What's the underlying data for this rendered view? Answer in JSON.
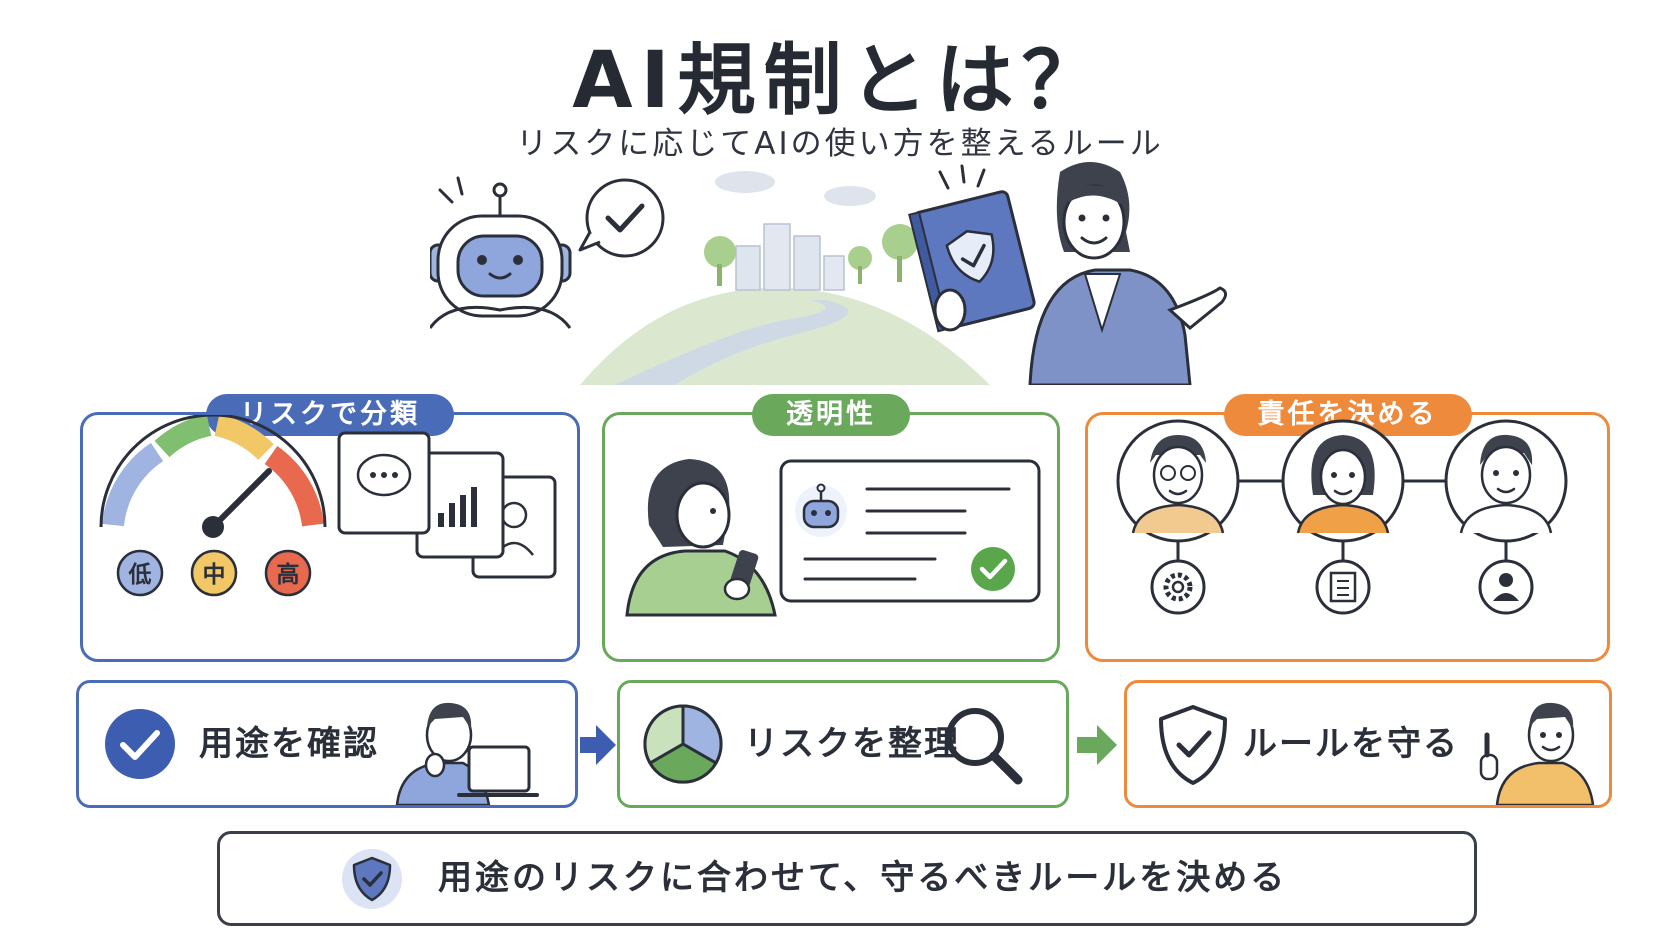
{
  "header": {
    "title": "AI規制とは？",
    "subtitle": "リスクに応じてAIの使い方を整えるルール"
  },
  "panels": [
    {
      "title": "リスクで分類",
      "color": "#4a6cb8",
      "levels": [
        "低",
        "中",
        "高"
      ],
      "level_colors": [
        "#9fb4e0",
        "#f2c766",
        "#e9694f"
      ]
    },
    {
      "title": "透明性",
      "color": "#6aa85c"
    },
    {
      "title": "責任を決める",
      "color": "#ee8a3c"
    }
  ],
  "steps": [
    {
      "label": "用途を確認",
      "color": "#4a6cb8"
    },
    {
      "label": "リスクを整理",
      "color": "#6aa85c"
    },
    {
      "label": "ルールを守る",
      "color": "#ee8a3c"
    }
  ],
  "footer": {
    "text": "用途のリスクに合わせて、守るべきルールを決める"
  }
}
